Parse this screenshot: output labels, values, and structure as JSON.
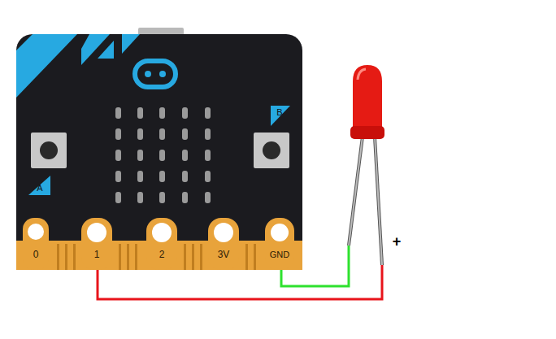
{
  "diagram": {
    "labels": [
      "A",
      "B",
      "0",
      "1",
      "2",
      "3V",
      "GND",
      "+"
    ]
  }
}
